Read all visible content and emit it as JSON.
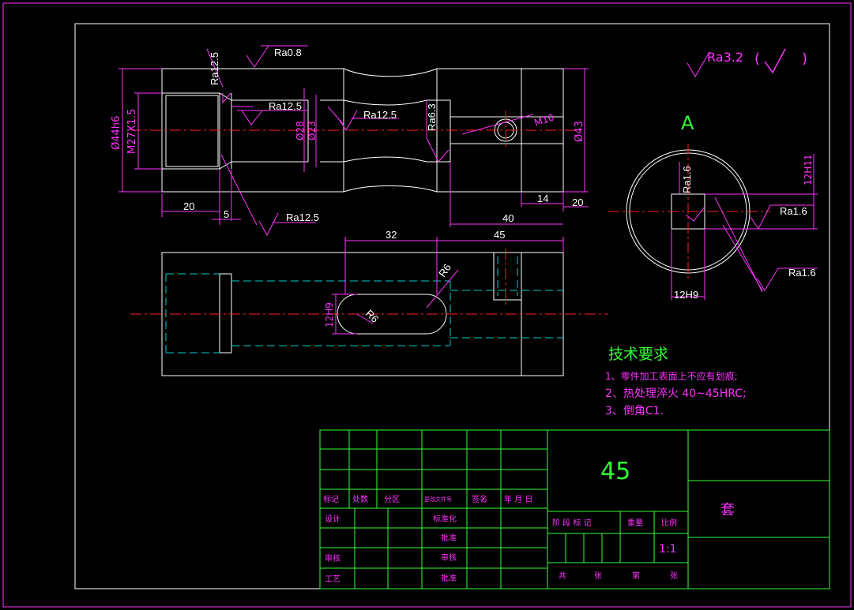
{
  "surface_marks": {
    "ra08": "Ra0.8",
    "ra125_top": "Ra12.5",
    "ra125_inner": "Ra12.5",
    "ra125_mid": "Ra12.5",
    "ra125_bottom": "Ra12.5",
    "ra63": "Ra6.3",
    "ra16_a": "Ra1.6",
    "ra16_b": "Ra1.6",
    "ra16_c": "Ra1.6",
    "general": "Ra3.2",
    "general_paren_open": "(",
    "general_paren_close": ")"
  },
  "dimensions": {
    "d44": "Ø44h6",
    "m27": "M27X1.5",
    "d28": "Ø28",
    "d23": "Ø23",
    "d43": "Ø43",
    "m10": "M10",
    "len20_left": "20",
    "len5": "5",
    "len40": "40",
    "len14": "14",
    "len20_right": "20",
    "len32": "32",
    "len45": "45",
    "r6_top": "R6",
    "r6_inner": "R6",
    "slot_12h9": "12H9",
    "side_12h11": "12H11",
    "side_12h9": "12H9"
  },
  "view_label": "A",
  "tech": {
    "title": "技术要求",
    "items": [
      "1、零件加工表面上不应有划痕;",
      "2、热处理淬火 40~45HRC;",
      "3、倒角C1."
    ]
  },
  "title_block": {
    "material": "45",
    "part_name": "套",
    "row_labels": [
      "标记",
      "处数",
      "分区",
      "更改文件号",
      "签名",
      "年 月 日"
    ],
    "left_labels": [
      "设计",
      "审核",
      "工艺"
    ],
    "mid_labels": [
      "标准化",
      "批准",
      "审核",
      "批准"
    ],
    "stage_labels": "阶 段 标 记",
    "weight_label": "重量",
    "scale_label": "比例",
    "scale_value": "1:1",
    "sheet_labels": [
      "共",
      "张",
      "第",
      "张"
    ]
  },
  "colors": {
    "background": "#000000",
    "frame": "#ff33ff",
    "outline": "#ffffff",
    "dimension": "#ff33ff",
    "hidden": "#00cccc",
    "center": "#ff2020",
    "table": "#33ff33"
  }
}
